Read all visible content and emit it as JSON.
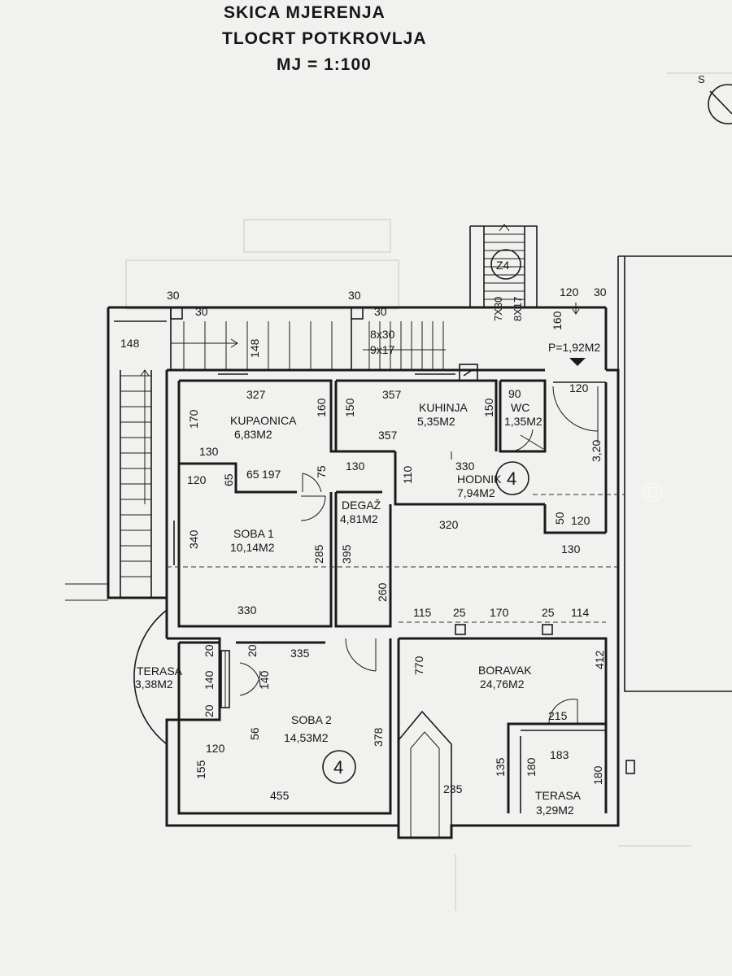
{
  "header": {
    "line1": "SKICA MJERENJA",
    "line2": "TLOCRT POTKROVLJA",
    "line3": "MJ = 1:100"
  },
  "compass": {
    "label": "S",
    "icon": "north-arrow-icon"
  },
  "stair_label": "Z4",
  "rooms": {
    "kupaonica": {
      "name": "KUPAONICA",
      "area": "6,83M2"
    },
    "kuhinja": {
      "name": "KUHINJA",
      "area": "5,35M2"
    },
    "wc": {
      "name": "WC",
      "area": "1,35M2"
    },
    "hodnik": {
      "name": "HODNIK",
      "area": "7,94M2"
    },
    "degaz": {
      "name": "DEGAŽ",
      "area": "4,81M2"
    },
    "soba1": {
      "name": "SOBA 1",
      "area": "10,14M2"
    },
    "soba2": {
      "name": "SOBA 2",
      "area": "14,53M2"
    },
    "terasa_w": {
      "name": "TERASA",
      "area": "3,38M2"
    },
    "boravak": {
      "name": "BORAVAK",
      "area": "24,76M2"
    },
    "terasa_s": {
      "name": "TERASA",
      "area": "3,29M2"
    },
    "landing": {
      "area": "P=1,92M2"
    }
  },
  "unit_mark": "4",
  "dimensions": {
    "d30a": "30",
    "d30b": "30",
    "d30c": "30",
    "d30d": "30",
    "d148a": "148",
    "d148b": "148",
    "d8x30": "8x30",
    "d9x17": "9x17",
    "d7x30": "7X30",
    "d8x17": "8X17",
    "d120a": "120",
    "d30e": "30",
    "d160a": "160",
    "d327": "327",
    "d160b": "160",
    "d170a": "170",
    "d130a": "130",
    "d357a": "357",
    "d150a": "150",
    "d357b": "357",
    "d150b": "150",
    "d90": "90",
    "d120b": "120",
    "d320a": "3,20",
    "d120c": "120",
    "d65a": "65",
    "d65b": "65",
    "d197": "197",
    "d75": "75",
    "d130b": "130",
    "d110": "110",
    "d330a": "330",
    "d320b": "320",
    "d50": "50",
    "d120d": "120",
    "d130c": "130",
    "d340": "340",
    "d285": "285",
    "d395": "395",
    "d260": "260",
    "d330b": "330",
    "d115": "115",
    "d25a": "25",
    "d170b": "170",
    "d25b": "25",
    "d114": "114",
    "d412": "412",
    "d770": "770",
    "d335": "335",
    "d20a": "20",
    "d20b": "20",
    "d140a": "140",
    "d140b": "140",
    "d20c": "20",
    "d56": "56",
    "d378": "378",
    "d120e": "120",
    "d155": "155",
    "d455": "455",
    "d215": "215",
    "d183": "183",
    "d180a": "180",
    "d180b": "180",
    "d135": "135",
    "d235": "235"
  },
  "watermark": "©"
}
